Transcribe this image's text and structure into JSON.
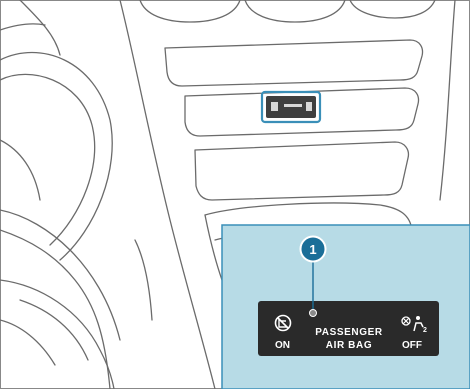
{
  "callout": {
    "number": "1"
  },
  "indicator_panel": {
    "on_label": "ON",
    "center_line1": "PASSENGER",
    "center_line2": "AIR BAG",
    "off_label": "OFF"
  },
  "colors": {
    "line_art": "#6b6b6b",
    "highlight_blue": "#3a8fb8",
    "inset_background": "#b7dbe6",
    "callout_fill": "#1a6e98",
    "panel_dark": "#2a2a2a"
  }
}
